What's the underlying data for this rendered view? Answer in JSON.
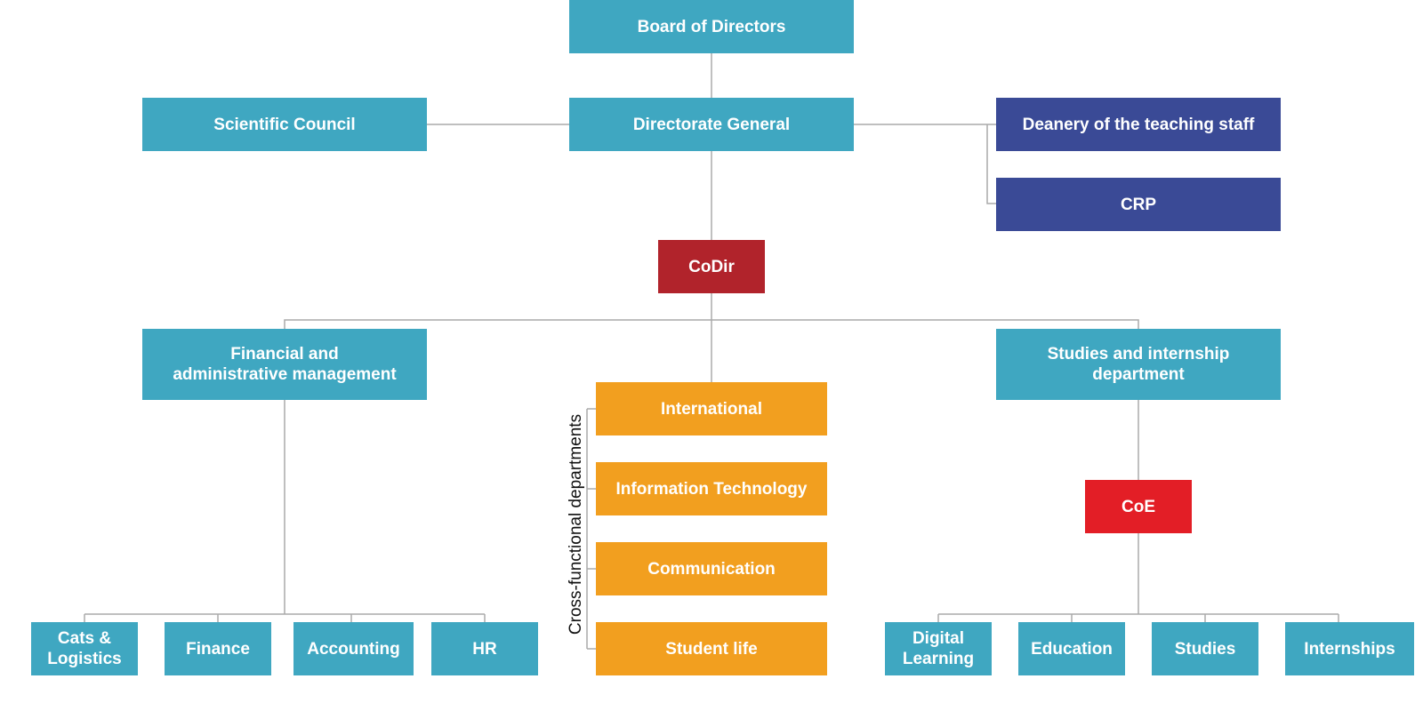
{
  "colors": {
    "teal": "#3fa7c1",
    "navy": "#3a4a96",
    "dark_red": "#b1232b",
    "red": "#e31e26",
    "orange": "#f29f1f",
    "connector": "#aaaaaa"
  },
  "nodes": {
    "board": "Board of Directors",
    "scientific_council": "Scientific Council",
    "directorate_general": "Directorate General",
    "deanery": "Deanery of the teaching staff",
    "crp": "CRP",
    "codir": "CoDir",
    "financial_admin": "Financial and\nadministrative management",
    "studies_internship": "Studies and internship\ndepartment",
    "international": "International",
    "information_technology": "Information Technology",
    "communication": "Communication",
    "student_life": "Student life",
    "coe": "CoE",
    "cats_logistics": "Cats &\nLogistics",
    "finance": "Finance",
    "accounting": "Accounting",
    "hr": "HR",
    "digital_learning": "Digital\nLearning",
    "education": "Education",
    "studies": "Studies",
    "internships": "Internships"
  },
  "group_label": "Cross-functional departments"
}
